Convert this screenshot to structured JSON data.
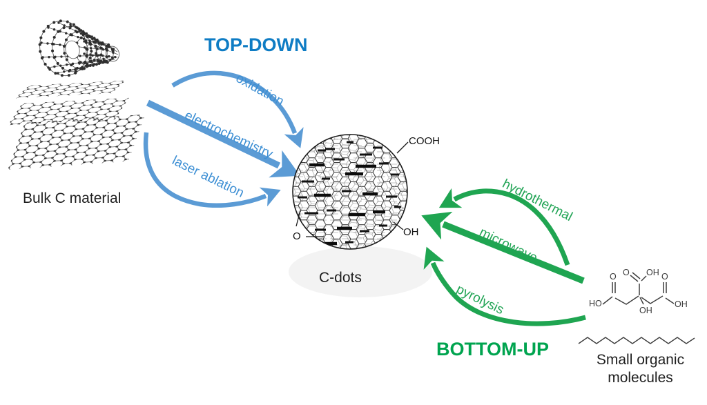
{
  "titles": {
    "top_down": "TOP-DOWN",
    "bottom_up": "BOTTOM-UP"
  },
  "labels": {
    "bulk": "Bulk C material",
    "cdots": "C-dots",
    "small_organic_line1": "Small organic",
    "small_organic_line2": "molecules"
  },
  "cdot_groups": {
    "cooh": "COOH",
    "oh": "OH",
    "o": "O"
  },
  "methods_top_down": [
    {
      "label": "oxidation"
    },
    {
      "label": "electrochemistry"
    },
    {
      "label": "laser ablation"
    }
  ],
  "methods_bottom_up": [
    {
      "label": "hydrothermal"
    },
    {
      "label": "microwave"
    },
    {
      "label": "pyrolysis"
    }
  ],
  "citric_acid_labels": {
    "o_left": "O",
    "ho_left": "HO",
    "o_top": "O",
    "oh_top": "OH",
    "oh_center": "OH",
    "o_right": "O",
    "oh_right": "OH"
  },
  "colors": {
    "blue_title": "#0e7cc4",
    "blue_arrow": "#5b9bd5",
    "blue_label": "#3d8fd4",
    "green_title": "#00a44f",
    "green_arrow": "#1fa551",
    "green_label": "#21a455"
  }
}
